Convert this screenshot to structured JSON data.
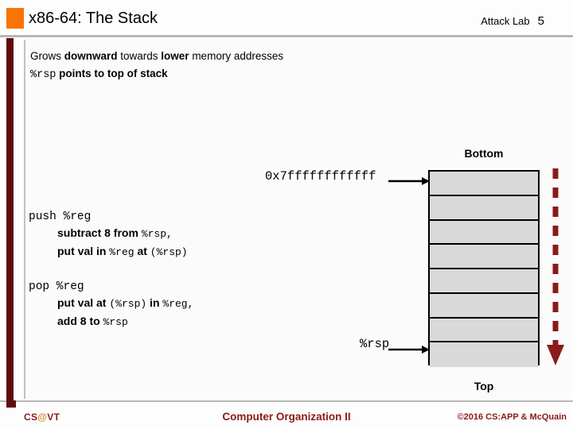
{
  "header": {
    "title": "x86-64: The Stack",
    "course_label": "Attack Lab",
    "slide_number": "5",
    "accent_square_color": "#F97306"
  },
  "body": {
    "bullet1": {
      "part1": "Grows ",
      "bold1": "downward",
      "part2": " towards ",
      "bold2": "lower",
      "part3": " memory addresses"
    },
    "bullet2": {
      "reg": "%rsp",
      "part1": " points to ",
      "bold1": "top",
      "part2": " of stack"
    },
    "push": {
      "header_mono": "push %reg",
      "line1_bold": "subtract  8 from ",
      "line1_mono": "%rsp,",
      "line2_bold": "put val in ",
      "line2_mono_a": "%reg",
      "line2_bold_b": " at ",
      "line2_mono_b": "(%rsp)"
    },
    "pop": {
      "header_mono": "pop %reg",
      "line1_bold": "put val at ",
      "line1_mono_a": "(%rsp)",
      "line1_bold_b": " in ",
      "line1_mono_b": "%reg,",
      "line2_bold": "add 8 to ",
      "line2_mono": "%rsp"
    }
  },
  "diagram": {
    "label_bottom": "Bottom",
    "label_top": "Top",
    "address_label": "0x7ffffffffffff",
    "stack_pointer_label": "%rsp",
    "cell_count": 8,
    "cell_fill_color": "#d9d9d9",
    "cell_border_color": "#000000",
    "growth_arrow_color": "#8B1A1A"
  },
  "footer": {
    "left_pre": "CS",
    "left_at": "@",
    "left_post": "VT",
    "center": "Computer Organization II",
    "right": "©2016 CS:APP &  McQuain"
  }
}
